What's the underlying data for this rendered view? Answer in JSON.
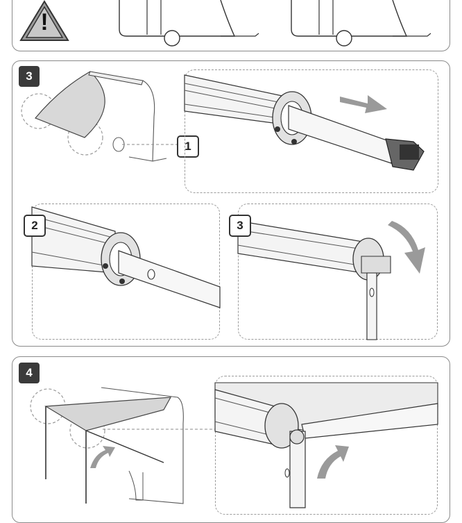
{
  "warning": {
    "symbol": "!"
  },
  "step3": {
    "badge": "3",
    "callout_1": "1",
    "callout_2": "2",
    "callout_3": "3"
  },
  "step4": {
    "badge": "4"
  },
  "colors": {
    "badge_bg": "#3a3a3a",
    "arrow": "#9a9a9a",
    "fabric": "#dcdcdc",
    "line": "#333333",
    "panel_border": "#8a8a8a"
  },
  "icons": [
    "warning-triangle-icon",
    "arrow-right-icon",
    "arrow-curve-down-icon",
    "arrow-curve-up-icon"
  ]
}
